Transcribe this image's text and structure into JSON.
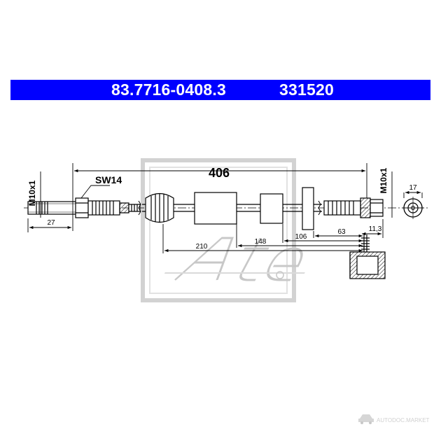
{
  "header": {
    "part_number": "83.7716-0408.3",
    "article_number": "331520",
    "background_color": "#0000ff",
    "text_color": "#ffffff"
  },
  "drawing": {
    "overall_length": "406",
    "wrench_size": "SW14",
    "thread_left": "M10x1",
    "thread_right": "M10x1",
    "fitting_length_left": "27",
    "end_diameter": "17",
    "fitting_length_right": "11,3",
    "bracket_positions": [
      "210",
      "148",
      "106",
      "63"
    ]
  },
  "watermark": {
    "brand_logo": "ate-logo",
    "brand_text": "Ate",
    "source_text": "AUTODOC.MARKET",
    "source_icon": "car-icon"
  }
}
